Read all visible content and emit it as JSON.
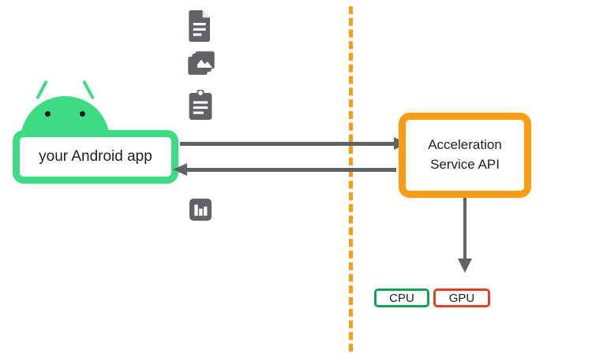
{
  "diagram": {
    "title": "Android app to Acceleration Service API flow",
    "client": {
      "label": "your Android app",
      "logo_name": "android-robot-icon",
      "border_color": "#3ddc84"
    },
    "service": {
      "label_line1": "Acceleration",
      "label_line2": "Service API",
      "border_color": "#fa9c14"
    },
    "boundary": {
      "style": "dashed",
      "color": "#fa9c14"
    },
    "arrows": [
      {
        "name": "request-arrow",
        "direction": "right",
        "color": "#5f6368"
      },
      {
        "name": "response-arrow",
        "direction": "left",
        "color": "#5f6368"
      },
      {
        "name": "dispatch-arrow",
        "direction": "down",
        "color": "#5f6368"
      }
    ],
    "accelerators": [
      {
        "label": "CPU",
        "border_color": "#13a05a"
      },
      {
        "label": "GPU",
        "border_color": "#da4327"
      }
    ],
    "data_icons": [
      {
        "name": "document-icon",
        "color": "#5f6368"
      },
      {
        "name": "photos-icon",
        "color": "#5f6368"
      },
      {
        "name": "clipboard-icon",
        "color": "#5f6368"
      },
      {
        "name": "bar-chart-icon",
        "color": "#5f6368"
      }
    ]
  }
}
